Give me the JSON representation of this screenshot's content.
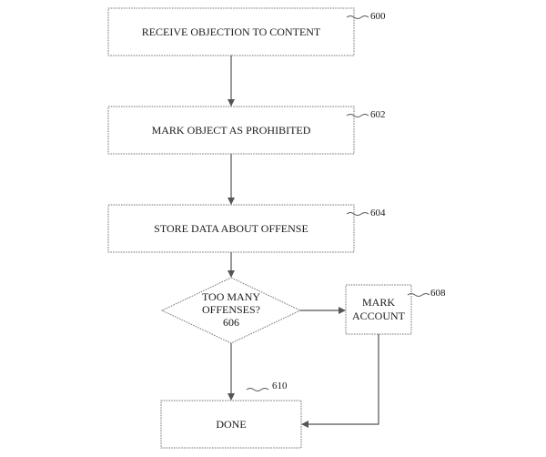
{
  "nodes": {
    "n600": {
      "label": "RECEIVE OBJECTION TO CONTENT",
      "ref": "600"
    },
    "n602": {
      "label": "MARK OBJECT AS PROHIBITED",
      "ref": "602"
    },
    "n604": {
      "label": "STORE DATA ABOUT OFFENSE",
      "ref": "604"
    },
    "n606": {
      "line1": "TOO MANY",
      "line2": "OFFENSES?",
      "line3": "606"
    },
    "n608": {
      "line1": "MARK",
      "line2": "ACCOUNT",
      "ref": "608"
    },
    "n610": {
      "label": "DONE",
      "ref": "610"
    }
  }
}
